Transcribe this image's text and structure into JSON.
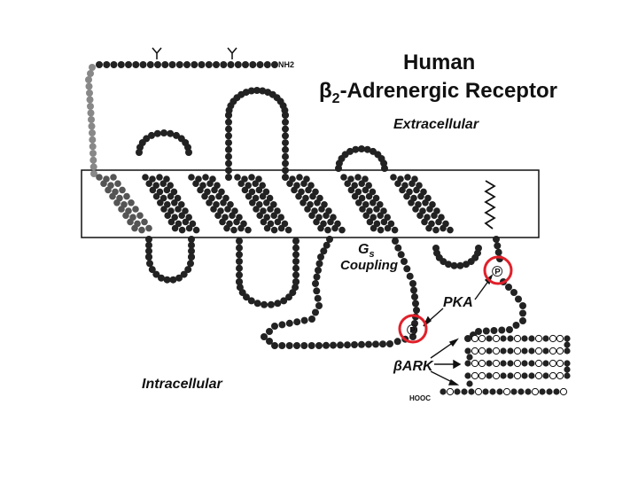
{
  "title": {
    "line1": "Human",
    "beta": "β",
    "subscript": "2",
    "line2_rest": "-Adrenergic Receptor"
  },
  "labels": {
    "extracellular": "Extracellular",
    "intracellular": "Intracellular",
    "nh2": "NH2",
    "hooc": "HOOC",
    "gs": "G",
    "gs_sub": "s",
    "coupling": "Coupling",
    "pka": "PKA",
    "bark": "βARK",
    "phospho_symbol": "℗"
  },
  "colors": {
    "residue": "#222222",
    "residue_light": "#888888",
    "highlight": "#e0202a",
    "line": "#111111"
  },
  "diagram": {
    "transmembrane_helices": 7,
    "glycosylation_sites": 2,
    "pka_sites": 2,
    "bark_tail_strands": 4
  }
}
